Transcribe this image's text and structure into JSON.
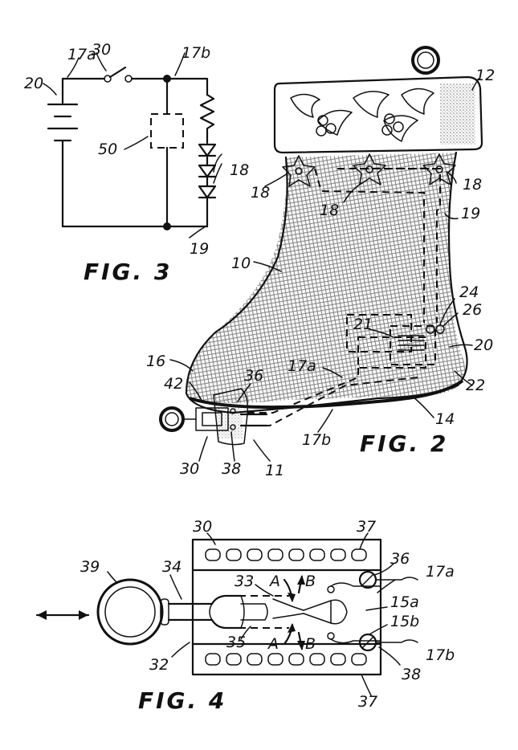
{
  "figures": {
    "fig3": {
      "caption": "FIG. 3",
      "labels": {
        "l17a": "17a",
        "l30": "30",
        "l17b": "17b",
        "l20": "20",
        "l50": "50",
        "l18": "18",
        "l19": "19"
      }
    },
    "fig2": {
      "caption": "FIG. 2",
      "labels": {
        "l12": "12",
        "l18a": "18",
        "l18b": "18",
        "l18c": "18",
        "l18d": "18",
        "l19": "19",
        "l10": "10",
        "l24": "24",
        "l26": "26",
        "l21": "21",
        "l20": "20",
        "l22": "22",
        "l16": "16",
        "l17a": "17a",
        "l42": "42",
        "l36": "36",
        "l14": "14",
        "l17b": "17b",
        "l30": "30",
        "l38": "38",
        "l11": "11"
      }
    },
    "fig4": {
      "caption": "FIG. 4",
      "labels": {
        "l30": "30",
        "l37a": "37",
        "l39": "39",
        "l34": "34",
        "l36": "36",
        "l17a": "17a",
        "l33": "33",
        "lA1": "A",
        "lB1": "B",
        "l15a": "15a",
        "l15b": "15b",
        "l35": "35",
        "lA2": "A",
        "lB2": "B",
        "l32": "32",
        "l17b": "17b",
        "l38": "38",
        "l37b": "37"
      }
    }
  }
}
